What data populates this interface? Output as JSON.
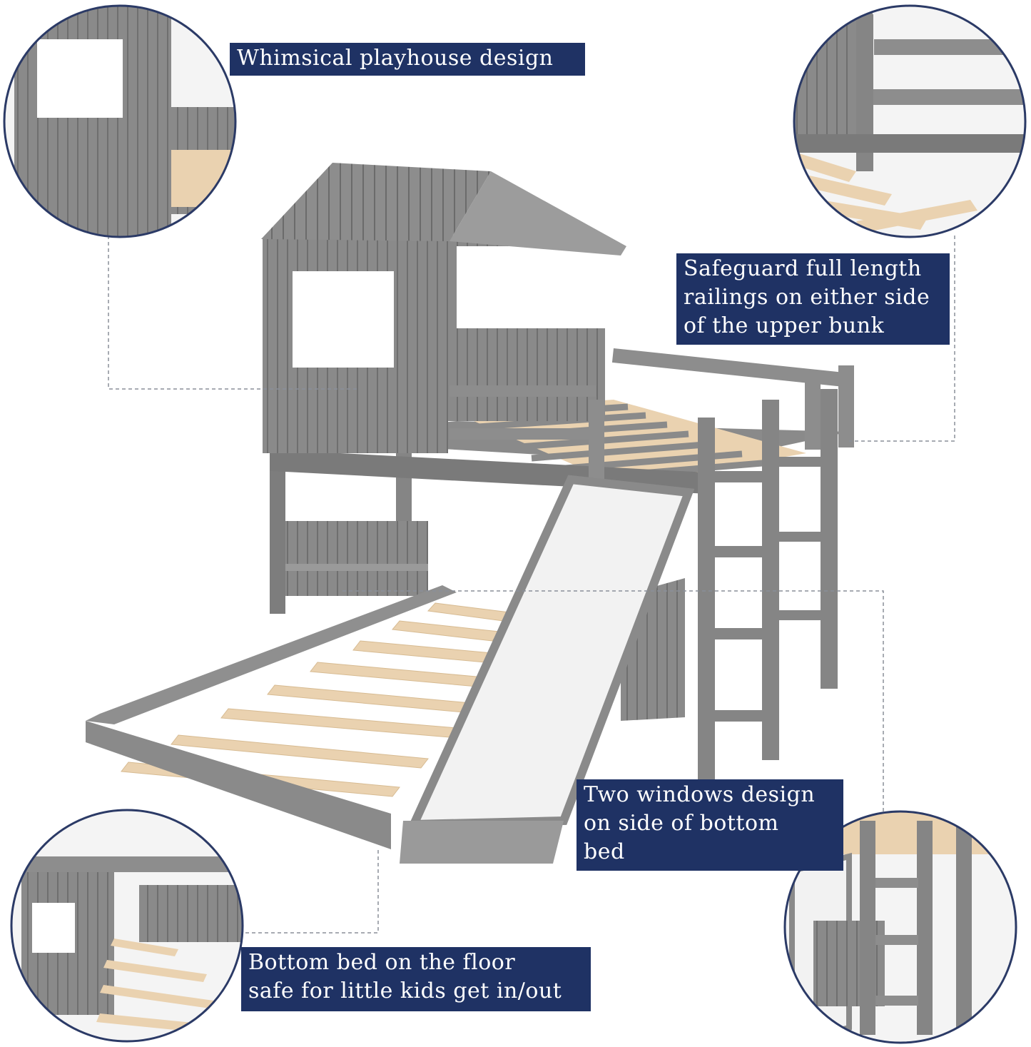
{
  "image": {
    "subject": "gray playhouse loft bunk bed with slide and ladder",
    "colors": {
      "frame": "#8a8a8a",
      "frame_dark": "#6f6f6f",
      "frame_light": "#a3a3a3",
      "slat": "#ead2b0",
      "slide": "#f2f2f2",
      "callout_bg": "#1f3264",
      "callout_text": "#ffffff",
      "inset_border": "#2b3a66",
      "leader": "#8a8f99"
    }
  },
  "callouts": {
    "playhouse": {
      "lines": [
        "Whimsical playhouse design"
      ]
    },
    "railings": {
      "lines": [
        "Safeguard full length",
        "railings on either side",
        "of the upper bunk"
      ]
    },
    "windows": {
      "lines": [
        "Two windows design",
        "on side of bottom",
        "bed"
      ]
    },
    "floor_bed": {
      "lines": [
        "Bottom bed on the floor",
        "safe for little kids get in/out"
      ]
    }
  },
  "insets": [
    {
      "icon": "playhouse-window-detail"
    },
    {
      "icon": "upper-railing-detail"
    },
    {
      "icon": "floor-bed-detail"
    },
    {
      "icon": "ladder-slide-detail"
    }
  ]
}
